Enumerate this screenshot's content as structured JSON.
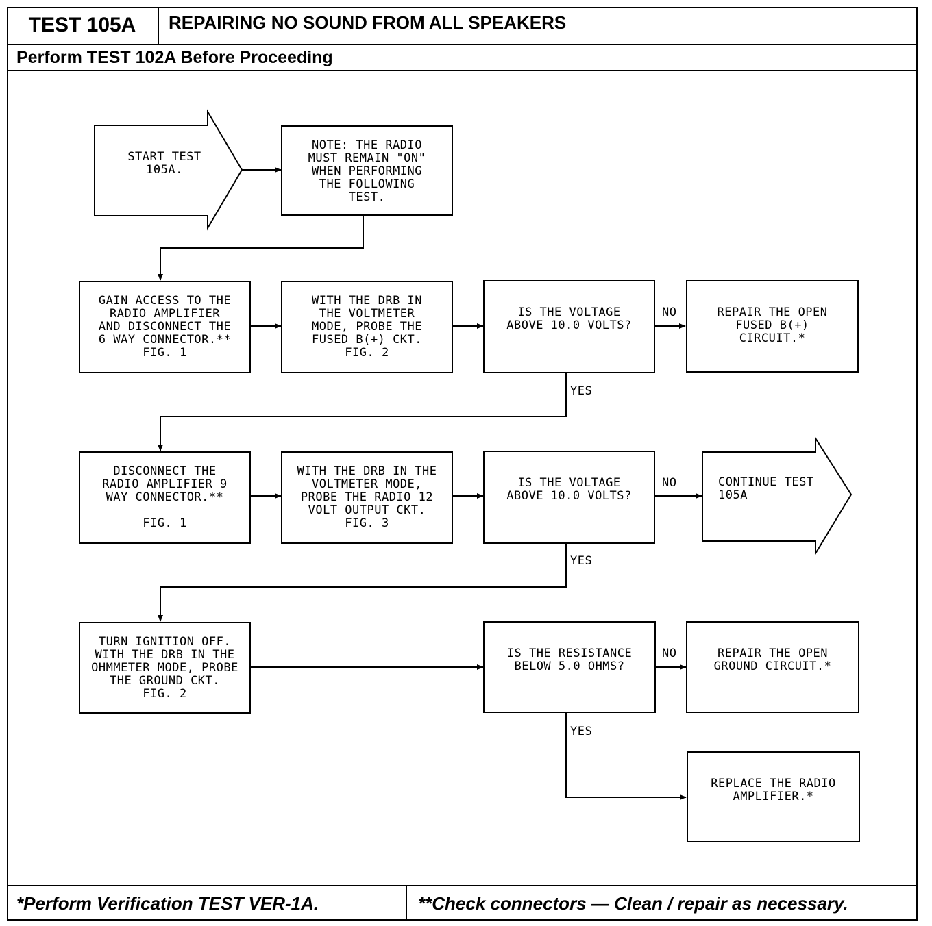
{
  "header": {
    "test_id": "TEST 105A",
    "title": "REPAIRING NO SOUND FROM ALL SPEAKERS",
    "prerequisite": "Perform TEST 102A Before Proceeding"
  },
  "flowchart": {
    "start": "START TEST\n105A.",
    "note": "NOTE: THE RADIO\nMUST REMAIN \"ON\"\nWHEN PERFORMING\nTHE FOLLOWING\nTEST.",
    "step1": "GAIN ACCESS TO THE\nRADIO AMPLIFIER\nAND DISCONNECT THE\n6 WAY CONNECTOR.**\nFIG. 1",
    "step2": "WITH THE DRB IN\nTHE VOLTMETER\nMODE, PROBE THE\nFUSED B(+) CKT.\nFIG. 2",
    "decision1": "IS THE VOLTAGE\nABOVE 10.0 VOLTS?",
    "repair1": "REPAIR THE OPEN\nFUSED B(+)\nCIRCUIT.*",
    "step3": "DISCONNECT THE\nRADIO AMPLIFIER 9\nWAY CONNECTOR.**\n\nFIG. 1",
    "step4": "WITH THE DRB IN THE\nVOLTMETER MODE,\nPROBE THE RADIO 12\nVOLT OUTPUT CKT.\nFIG. 3",
    "decision2": "IS THE VOLTAGE\nABOVE 10.0 VOLTS?",
    "continue": "CONTINUE TEST\n105A",
    "step5": "TURN IGNITION OFF.\nWITH THE DRB IN THE\nOHMMETER MODE, PROBE\nTHE GROUND CKT.\nFIG. 2",
    "decision3": "IS THE RESISTANCE\nBELOW 5.0 OHMS?",
    "repair2": "REPAIR THE OPEN\nGROUND CIRCUIT.*",
    "replace": "REPLACE THE RADIO\nAMPLIFIER.*",
    "labels": {
      "no1": "NO",
      "yes1": "YES",
      "no2": "NO",
      "yes2": "YES",
      "no3": "NO",
      "yes3": "YES"
    }
  },
  "footer": {
    "verification": "*Perform Verification TEST VER-1A.",
    "connectors": "**Check connectors — Clean / repair as necessary."
  }
}
